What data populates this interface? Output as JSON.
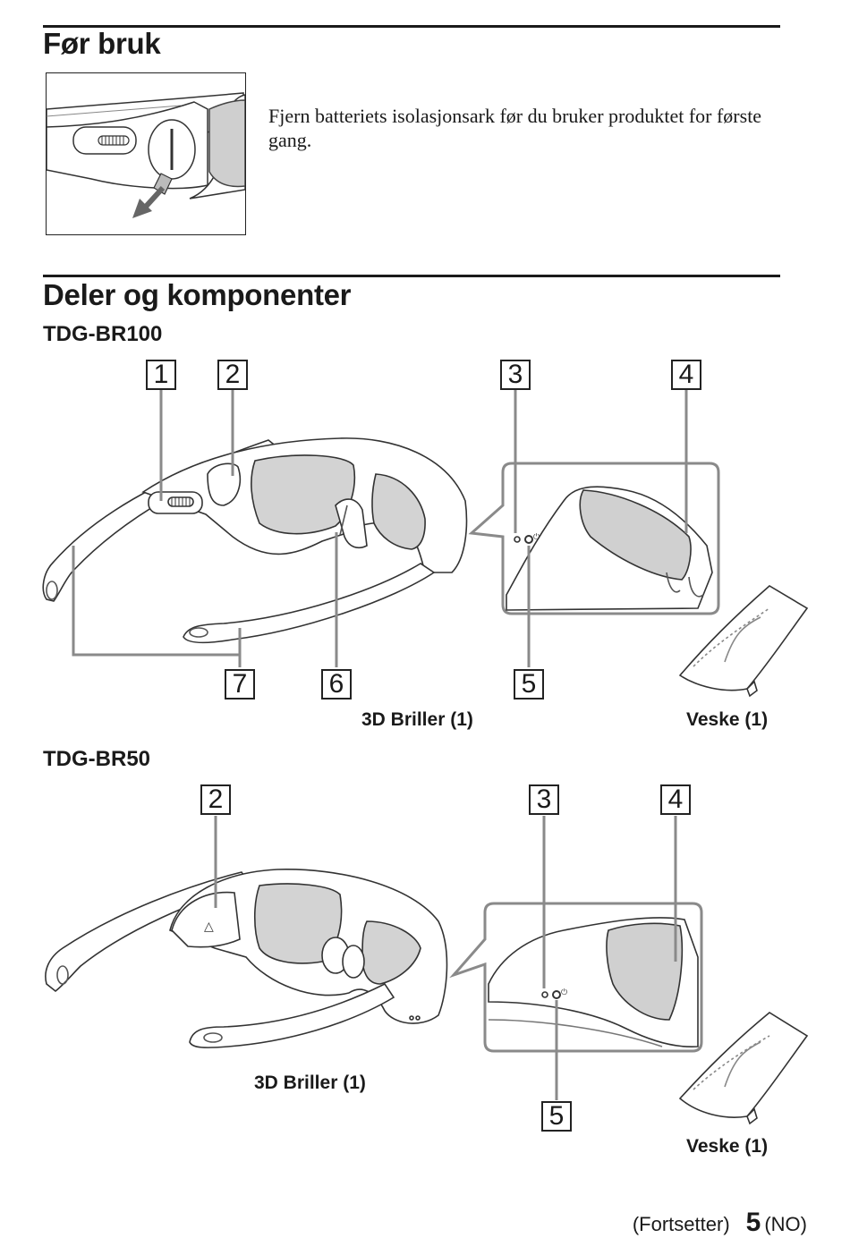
{
  "section_before_use": {
    "title": "Før bruk",
    "instruction": "Fjern batteriets isolasjonsark før du bruker produktet for første gang."
  },
  "section_parts": {
    "title": "Deler og komponenter",
    "model_br100": {
      "name": "TDG-BR100",
      "callouts": [
        "1",
        "2",
        "3",
        "4",
        "5",
        "6",
        "7"
      ],
      "glasses_caption": "3D Briller (1)",
      "case_caption": "Veske (1)"
    },
    "model_br50": {
      "name": "TDG-BR50",
      "callouts": [
        "2",
        "3",
        "4",
        "5"
      ],
      "glasses_caption": "3D Briller (1)",
      "case_caption": "Veske (1)"
    }
  },
  "footer": {
    "continued": "(Fortsetter)",
    "page_number": "5",
    "language": "(NO)"
  },
  "icons": [
    "battery-sheet-illustration",
    "glasses-illustration",
    "case-illustration",
    "power-button-icon"
  ]
}
